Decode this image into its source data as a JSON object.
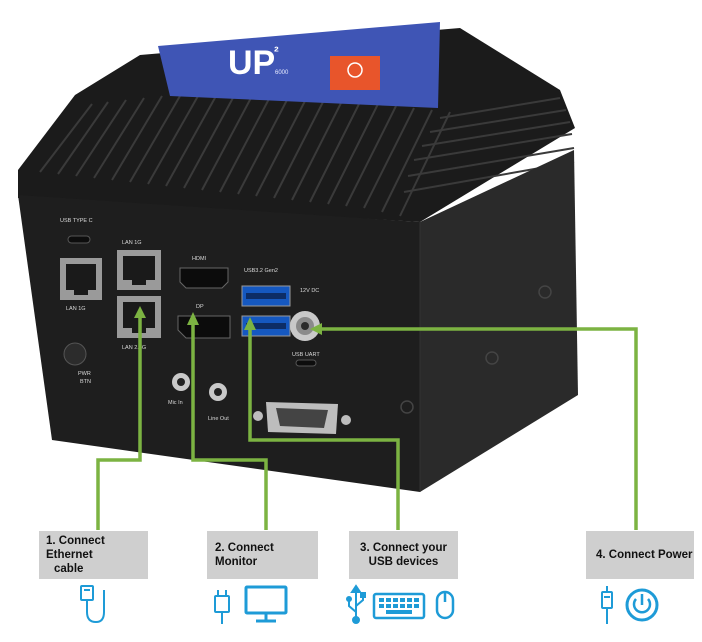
{
  "device": {
    "logo_text": "UP",
    "logo_superscript": "²",
    "logo_suffix": "6000",
    "port_labels": {
      "usb_type_c": "USB TYPE C",
      "lan_left": "LAN 1G",
      "lan_top": "LAN 1G",
      "lan_bottom": "LAN 2.5G",
      "hdmi": "HDMI",
      "dp": "DP",
      "usb3": "USB3.2 Gen2",
      "dc": "12V DC",
      "usb_uart": "USB UART",
      "pwr": "PWR",
      "btn": "BTN",
      "mic_in": "Mic In",
      "line_out": "Line Out"
    }
  },
  "steps": [
    {
      "line1": "1. Connect Ethernet",
      "line2": "cable",
      "icon": "ethernet-cable-icon"
    },
    {
      "line1": "2. Connect Monitor",
      "line2": "",
      "icon": "hdmi-plug-icon, monitor-icon"
    },
    {
      "line1": "3. Connect your",
      "line2": "USB devices",
      "icon": "usb-icon, keyboard-icon, mouse-icon"
    },
    {
      "line1": "4. Connect Power",
      "line2": "",
      "icon": "power-plug-icon, power-button-icon"
    }
  ],
  "colors": {
    "connector_line": "#7cb342",
    "icon_blue": "#1e9bd7",
    "box_bg": "#cfcfcf",
    "label_blue": "#3f55b5"
  }
}
